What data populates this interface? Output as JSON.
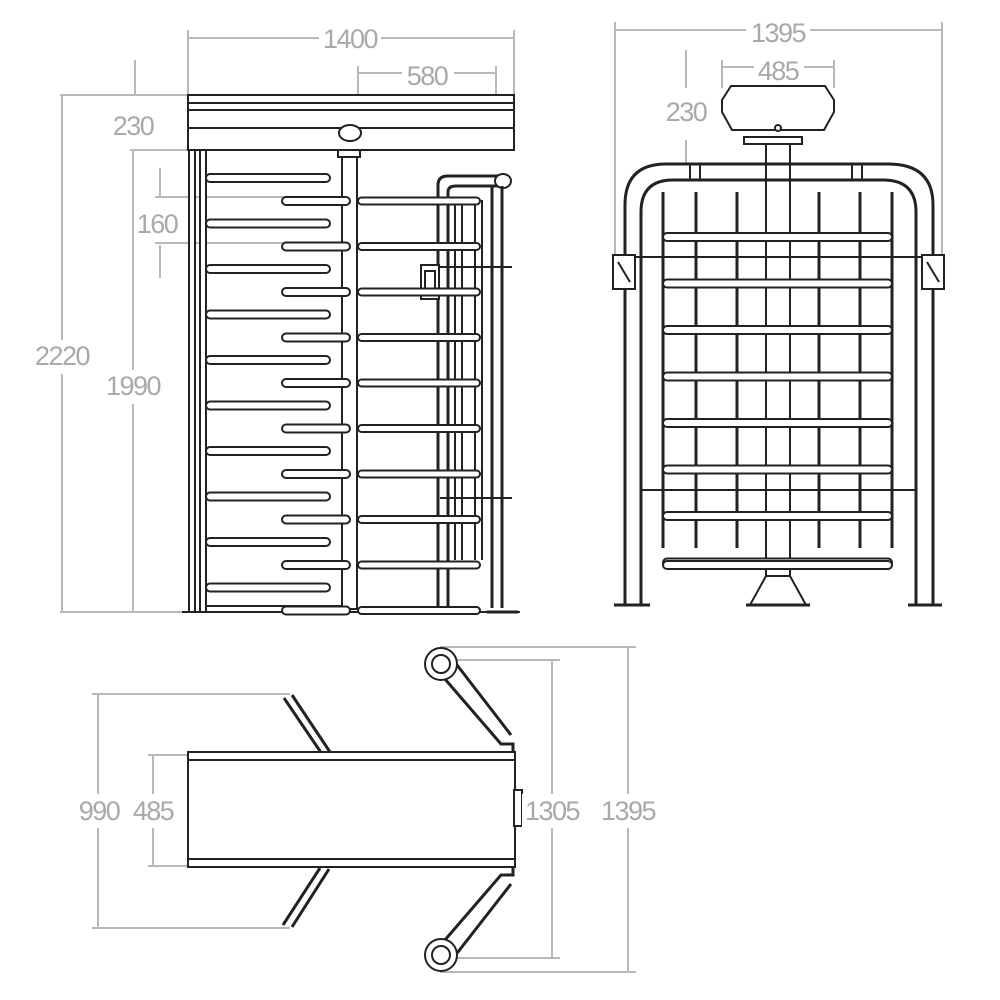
{
  "front_view": {
    "width": "1400",
    "arm_spacing": "580",
    "top_height": "230",
    "bar_spacing": "160",
    "total_height": "2220",
    "passage_height": "1990"
  },
  "side_view": {
    "width": "1395",
    "top_width": "485",
    "top_height": "230"
  },
  "plan_view": {
    "depth": "990",
    "cabinet_depth": "485",
    "inner_length": "1305",
    "outer_length": "1395"
  }
}
